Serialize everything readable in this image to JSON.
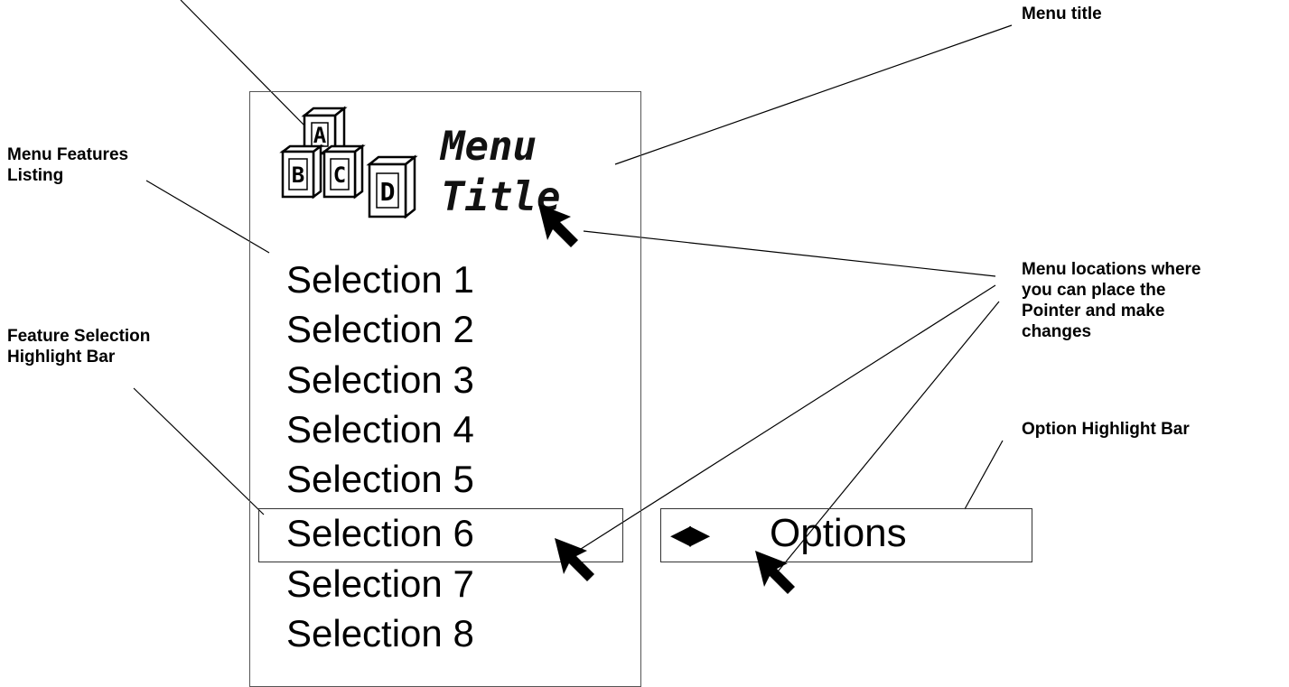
{
  "callouts": {
    "menu_title": "Menu title",
    "menu_features": [
      "Menu Features",
      "Listing"
    ],
    "feature_highlight": [
      "Feature Selection",
      "Highlight Bar"
    ],
    "pointer_locations": [
      "Menu locations where",
      "you can place the",
      "Pointer and make",
      "changes"
    ],
    "option_highlight": "Option Highlight Bar"
  },
  "menu": {
    "logo_blocks": [
      "A",
      "B",
      "C",
      "D"
    ],
    "title_line1": "Menu",
    "title_line2": "Title",
    "selections": [
      "Selection 1",
      "Selection 2",
      "Selection 3",
      "Selection 4",
      "Selection 5",
      "Selection 6",
      "Selection 7",
      "Selection 8"
    ],
    "highlighted_index": 5
  },
  "options": {
    "arrows": "◀▶",
    "label": "Options"
  },
  "icons": [
    "abc-blocks-icon",
    "pointer-arrow-icon",
    "left-right-arrows-icon"
  ]
}
